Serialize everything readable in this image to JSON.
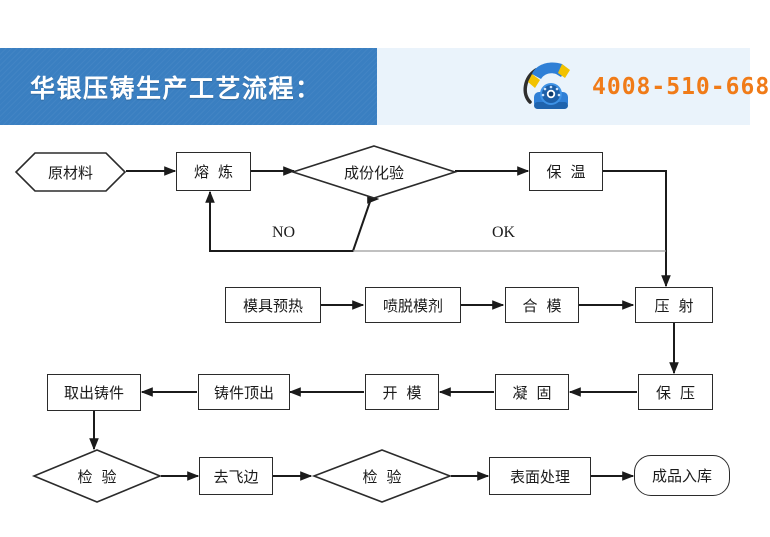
{
  "header": {
    "title": "华银压铸生产工艺流程：",
    "phone_number": "4008-510-668",
    "phone_icon": "telephone-icon",
    "band_color": "#3a7fc1",
    "band_light_color": "#eaf3fb",
    "phone_color": "#f07b18",
    "title_color": "#ffffff"
  },
  "flowchart": {
    "type": "process-flow-diagram",
    "nodes": [
      {
        "id": "raw-material",
        "label": "原材料",
        "shape": "hexagon",
        "row": 1
      },
      {
        "id": "melting",
        "label": "熔炼",
        "shape": "rect",
        "row": 1
      },
      {
        "id": "composition-test",
        "label": "成份化验",
        "shape": "diamond",
        "row": 1
      },
      {
        "id": "holding",
        "label": "保温",
        "shape": "rect",
        "row": 1
      },
      {
        "id": "mold-preheat",
        "label": "模具预热",
        "shape": "rect",
        "row": 2
      },
      {
        "id": "spray-release",
        "label": "喷脱模剂",
        "shape": "rect",
        "row": 2
      },
      {
        "id": "close-mold",
        "label": "合模",
        "shape": "rect",
        "row": 2
      },
      {
        "id": "injection",
        "label": "压射",
        "shape": "rect",
        "row": 2
      },
      {
        "id": "hold-pressure",
        "label": "保压",
        "shape": "rect",
        "row": 3
      },
      {
        "id": "solidify",
        "label": "凝固",
        "shape": "rect",
        "row": 3
      },
      {
        "id": "open-mold",
        "label": "开模",
        "shape": "rect",
        "row": 3
      },
      {
        "id": "eject-casting",
        "label": "铸件顶出",
        "shape": "rect",
        "row": 3
      },
      {
        "id": "remove-casting",
        "label": "取出铸件",
        "shape": "rect",
        "row": 3
      },
      {
        "id": "inspection-1",
        "label": "检验",
        "shape": "diamond",
        "row": 4
      },
      {
        "id": "deburr",
        "label": "去飞边",
        "shape": "rect",
        "row": 4
      },
      {
        "id": "inspection-2",
        "label": "检验",
        "shape": "diamond",
        "row": 4
      },
      {
        "id": "surface-treat",
        "label": "表面处理",
        "shape": "rect",
        "row": 4
      },
      {
        "id": "finished-stock",
        "label": "成品入库",
        "shape": "rounded",
        "row": 4
      }
    ],
    "edge_labels": [
      {
        "id": "label-no",
        "text": "NO"
      },
      {
        "id": "label-ok",
        "text": "OK"
      }
    ],
    "line_color": "#1b1b1b"
  }
}
